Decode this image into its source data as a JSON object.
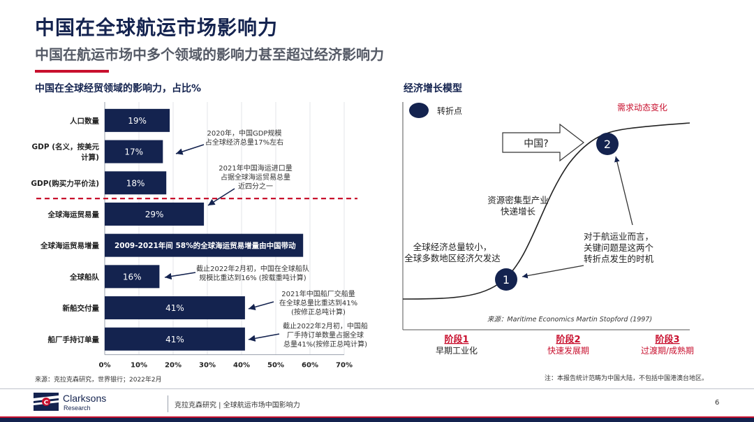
{
  "header": {
    "title": "中国在全球航运市场影响力",
    "subtitle": "中国在航运市场中多个领域的影响力甚至超过经济影响力"
  },
  "left_panel": {
    "heading": "中国在全球经贸领域的影响力，占比%"
  },
  "right_panel": {
    "heading": "经济增长模型"
  },
  "chart_data": [
    {
      "type": "bar",
      "orientation": "horizontal",
      "categories": [
        [
          "人口数量"
        ],
        [
          "GDP (名义，按美元",
          "计算)"
        ],
        [
          "GDP(购买力平价法)"
        ],
        [
          "全球海运贸易量"
        ],
        [
          "全球海运贸易增量"
        ],
        [
          "全球船队"
        ],
        [
          "新船交付量"
        ],
        [
          "船厂手持订单量"
        ]
      ],
      "values": [
        19,
        17,
        18,
        29,
        58,
        16,
        41,
        41
      ],
      "bar_labels": [
        "19%",
        "17%",
        "18%",
        "29%",
        "2009-2021年间 58%的全球海运贸易增量由中国带动",
        "16%",
        "41%",
        "41%"
      ],
      "xlim": [
        0,
        70
      ],
      "xticks": [
        0,
        10,
        20,
        30,
        40,
        50,
        60,
        70
      ],
      "xtick_labels": [
        "0%",
        "10%",
        "20%",
        "30%",
        "40%",
        "50%",
        "60%",
        "70%"
      ],
      "annotations": [
        {
          "bar_index": 1,
          "lines": [
            "2020年，中国GDP规模",
            "占全球经济总量17%左右"
          ]
        },
        {
          "bar_index": 3,
          "lines": [
            "2021年中国海运进口量",
            "占据全球海运贸易总量",
            "近四分之一"
          ]
        },
        {
          "bar_index": 5,
          "lines": [
            "截止2022年2月初，中国在全球船队",
            "规模比重达到16% (按载重吨计算)"
          ]
        },
        {
          "bar_index": 6,
          "lines": [
            "2021年中国船厂交船量",
            "在全球总量比重达到41%",
            "(按修正总吨计算)"
          ]
        },
        {
          "bar_index": 7,
          "lines": [
            "截止2022年2月初，中国船",
            "厂手持订单数量占据全球",
            "总量41%(按修正总吨计算)"
          ]
        }
      ],
      "divider_after_index": 2,
      "bar_color": "#14234f",
      "divider_color": "#c8102e",
      "grid": true
    },
    {
      "type": "diagram",
      "legend": "转折点",
      "stages": [
        {
          "name": "阶段1",
          "desc": "早期工业化"
        },
        {
          "name": "阶段2",
          "desc": "快速发展期"
        },
        {
          "name": "阶段3",
          "desc": "过渡期/成熟期"
        }
      ],
      "turning_points": [
        "1",
        "2"
      ],
      "arrow_label": "中国?",
      "labels": {
        "demand": "需求动态变化",
        "growth": [
          "资源密集型产业",
          "快递增长"
        ],
        "early": [
          "全球经济总量较小，",
          "全球多数地区经济欠发达"
        ],
        "shipping": [
          "对于航运业而言，",
          "关键问题是这两个",
          "转折点发生的时机"
        ]
      },
      "source": "来源：Maritime Economics Martin Stopford (1997)",
      "stage_color": "#c8102e",
      "point_color": "#14234f"
    }
  ],
  "footer": {
    "source_left": "来源：克拉克森研究，世界银行；2022年2月",
    "note_right": "注：本报告统计范畴为中国大陆，不包括中国港澳台地区。",
    "logo_name": "Clarksons",
    "logo_sub": "Research",
    "doc_title": "克拉克森研究 | 全球航运市场中国影响力",
    "page": "6"
  }
}
